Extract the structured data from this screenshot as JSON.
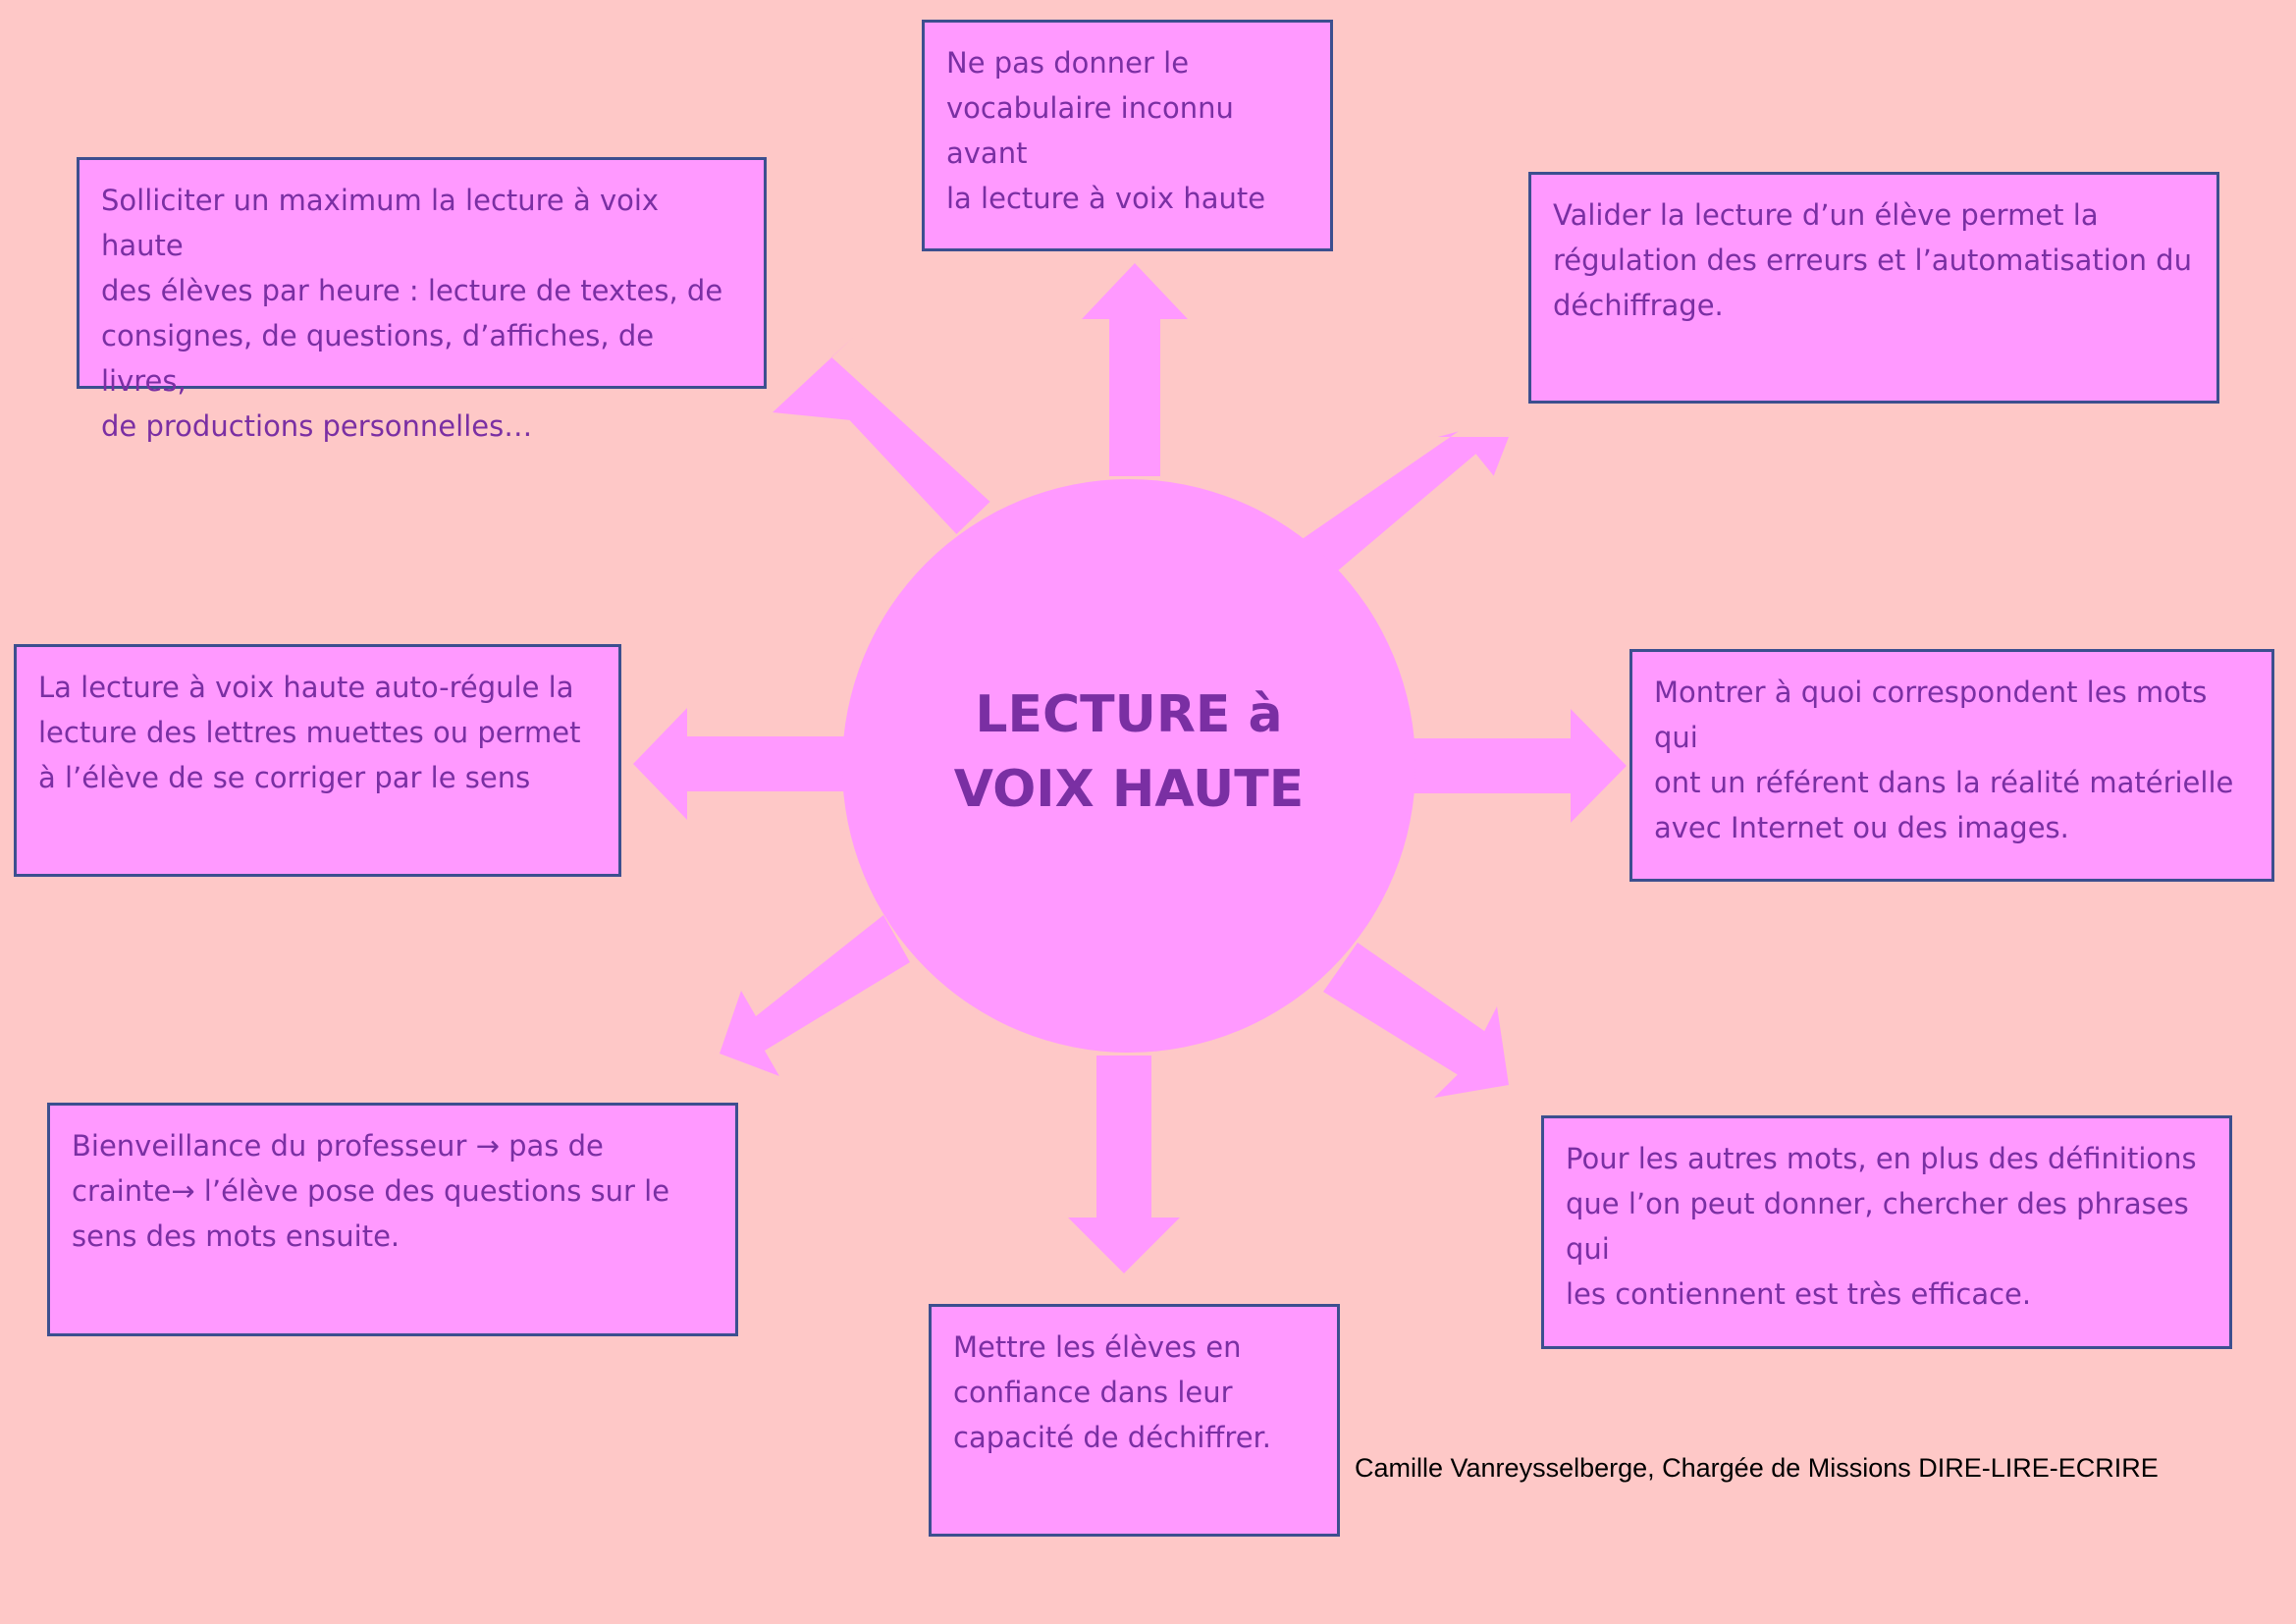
{
  "center": {
    "title": "LECTURE à\nVOIX HAUTE"
  },
  "cards": {
    "top": "Ne pas donner le\nvocabulaire inconnu avant\nla lecture à voix haute",
    "top_left": "Solliciter un maximum la lecture à voix haute\ndes élèves par heure : lecture de textes, de\nconsignes, de questions, d’affiches, de livres,\nde productions personnelles…",
    "top_right": "Valider la lecture d’un élève permet la\nrégulation des erreurs et l’automatisation du\ndéchiffrage.",
    "left": "La lecture à voix haute auto-régule la\nlecture des lettres muettes ou permet\nà l’élève de se corriger par le sens",
    "right": "Montrer à quoi correspondent les mots qui\nont un référent dans la réalité matérielle\navec Internet ou des images.",
    "bottom_left": "Bienveillance du professeur → pas de\ncrainte→ l’élève pose des questions sur le\nsens des mots ensuite.",
    "bottom_right": "Pour les autres mots, en plus des définitions\nque l’on peut donner, chercher des phrases qui\nles contiennent est très efficace.",
    "bottom": "Mettre les élèves en\nconfiance dans leur\ncapacité de déchiffrer."
  },
  "credit": "Camille Vanreysselberge, Chargée de Missions DIRE-LIRE-ECRIRE",
  "colors": {
    "background": "#fec8c7",
    "shape_fill": "#ff99ff",
    "card_border": "#3c4f8f",
    "text": "#7a2fa3"
  }
}
